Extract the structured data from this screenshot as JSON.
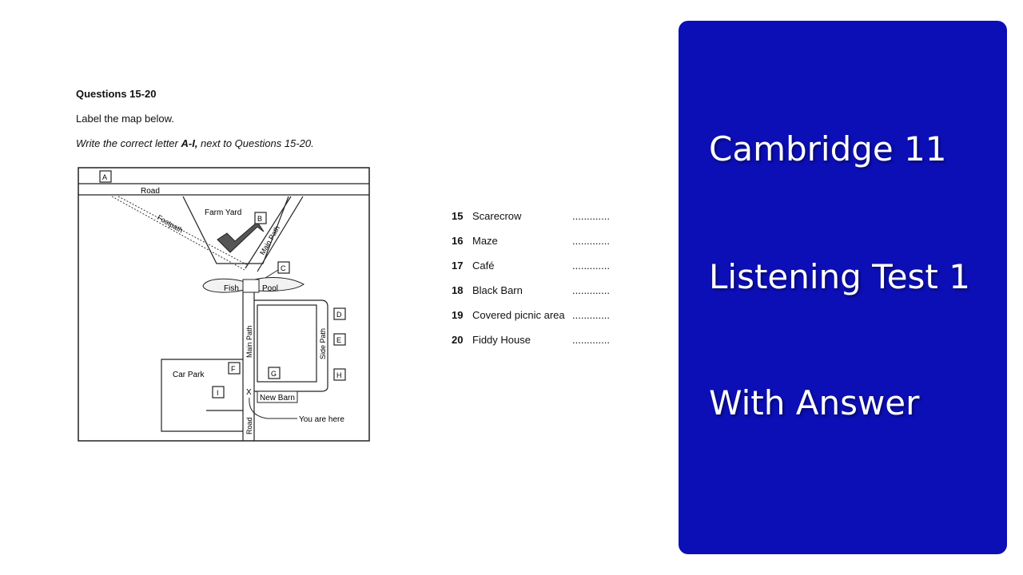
{
  "questions": {
    "heading": "Questions 15-20",
    "instruction": "Label the map below.",
    "instruction2_prefix": "Write the correct letter ",
    "instruction2_bold": "A-I,",
    "instruction2_suffix": " next to Questions 15-20."
  },
  "map": {
    "road_top": "Road",
    "road_bottom": "Road",
    "farm_yard": "Farm Yard",
    "footpath": "Footpath",
    "main_path_upper": "Main Path",
    "main_path_lower": "Main Path",
    "side_path": "Side Path",
    "fish": "Fish",
    "pool": "Pool",
    "car_park": "Car Park",
    "new_barn": "New Barn",
    "you_are_here": "You are here",
    "x_marker": "X",
    "letters": [
      "A",
      "B",
      "C",
      "D",
      "E",
      "F",
      "G",
      "H",
      "I"
    ]
  },
  "items": [
    {
      "num": "15",
      "label": "Scarecrow",
      "blank": "............."
    },
    {
      "num": "16",
      "label": "Maze",
      "blank": "............."
    },
    {
      "num": "17",
      "label": "Café",
      "blank": "............."
    },
    {
      "num": "18",
      "label": "Black Barn",
      "blank": "............."
    },
    {
      "num": "19",
      "label": "Covered picnic area",
      "blank": "............."
    },
    {
      "num": "20",
      "label": "Fiddy House",
      "blank": "............."
    }
  ],
  "panel": {
    "line1": "Cambridge 11",
    "line2": "Listening Test 1",
    "line3": "With Answer",
    "color": "#0c0fb5"
  }
}
